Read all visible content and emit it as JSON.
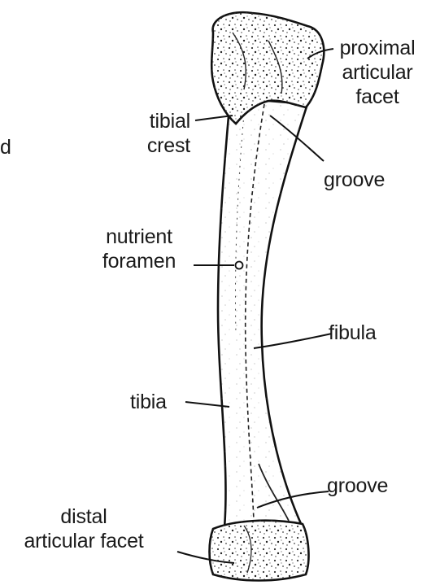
{
  "labels": {
    "fragment_d": "d",
    "proximal_articular_facet": [
      "proximal",
      "articular",
      "facet"
    ],
    "tibial_crest": [
      "tibial",
      "crest"
    ],
    "groove_upper": "groove",
    "nutrient_foramen": [
      "nutrient",
      "foramen"
    ],
    "fibula": "fibula",
    "tibia": "tibia",
    "groove_lower": "groove",
    "distal_articular_facet": [
      "distal",
      "articular facet"
    ]
  },
  "colors": {
    "ink": "#1a1a1a",
    "background": "#ffffff"
  }
}
